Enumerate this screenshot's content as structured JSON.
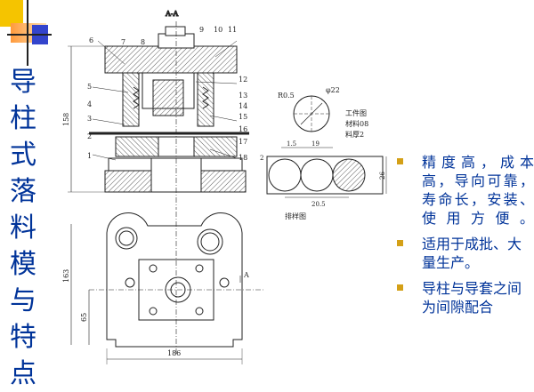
{
  "slide": {
    "title": "导柱式落料模与特点",
    "bullets": [
      "精度高，成本高，导向可靠，寿命长，安装、使用方便。",
      "适用于成批、大量生产。",
      "导柱与导套之间为间隙配合"
    ]
  },
  "drawing": {
    "section_label": "A-A",
    "part_numbers": [
      "1",
      "2",
      "3",
      "4",
      "5",
      "6",
      "7",
      "8",
      "9",
      "10",
      "11",
      "12",
      "13",
      "14",
      "15",
      "16",
      "17",
      "18"
    ],
    "dim_height_section": "158",
    "dim_height_plan": "163",
    "dim_65": "65",
    "dim_width_plan": "186",
    "cut_mark": "A",
    "workpiece": {
      "radius": "R0.5",
      "diameter": "φ22",
      "caption": "工件图",
      "material": "材料08",
      "thickness": "料厚2"
    },
    "strip": {
      "dim_1_5": "1.5",
      "dim_19": "19",
      "dim_2": "2",
      "dim_26": "26",
      "dim_20_5": "20.5",
      "caption": "排样图"
    }
  },
  "colors": {
    "title": "#003399",
    "bullet_marker": "#d4a017",
    "deco_yellow": "#f5c400",
    "deco_blue": "#3344cc",
    "deco_orange": "#ee7711"
  }
}
